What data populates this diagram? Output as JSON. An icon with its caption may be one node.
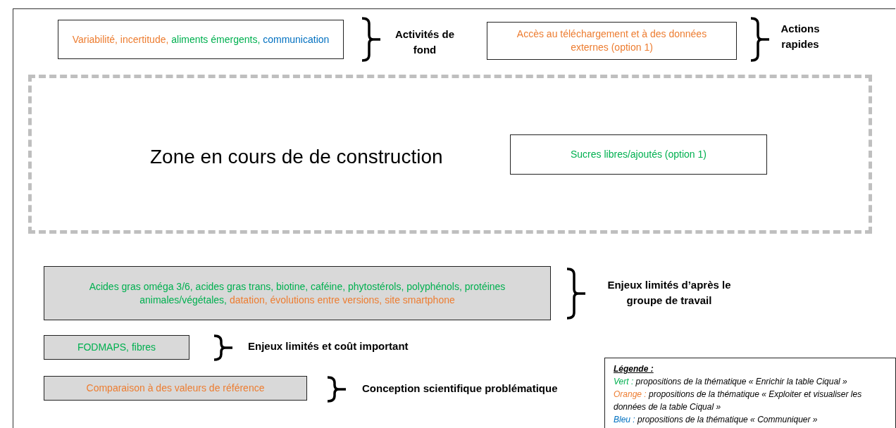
{
  "diagram": {
    "nodes": [
      {
        "text": [
          "Variabilité, incertitude, aliments émergents, communication"
        ]
      },
      {
        "text": [
          "Accès au téléchargement et à des données externes (option 1)"
        ]
      },
      {
        "text": [
          "Zone en cours de de construction"
        ]
      },
      {
        "text": [
          "Sucres libres/ajoutés (option 1)"
        ],
        "in": 2
      },
      {
        "text": [
          "Acides gras oméga 3/6, acides gras trans, biotine, caféine, phytostérols, polyphénols, protéines animales/végétales, datation, évolutions entre versions, site smartphone"
        ]
      },
      {
        "text": [
          "FODMAPS, fibres"
        ]
      },
      {
        "text": [
          "Comparaison à des valeurs de référence"
        ]
      }
    ],
    "labels": [
      "Activités de fond",
      "Actions rapides",
      "Enjeux limités d’après le groupe de travail",
      "Enjeux limités et coût important",
      "Conception scientifique problématique",
      "Légende :"
    ],
    "legend": [
      {
        "text": "Vert : propositions de la thématique « Enrichir la table Ciqual »",
        "color": "#00b050"
      },
      {
        "text": "Orange : propositions de la thématique « Exploiter et visualiser les données de la table Ciqual »",
        "color": "#ed7d31"
      },
      {
        "text": "Bleu : propositions de la thématique « Communiquer »",
        "color": "#0070c0"
      }
    ]
  }
}
